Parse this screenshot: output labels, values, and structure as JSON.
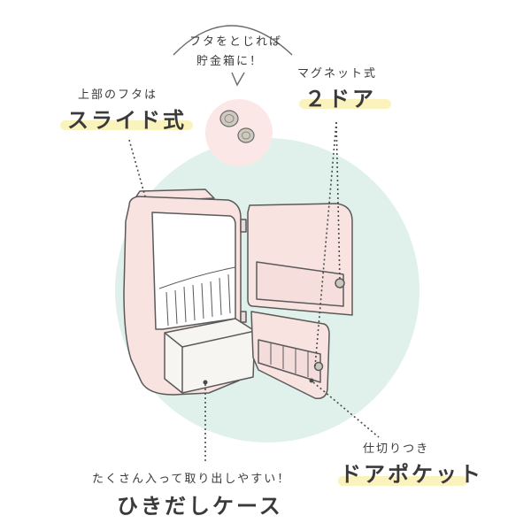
{
  "colors": {
    "mint_circle": "#dff1ea",
    "pink_body": "#f8e3e1",
    "outline": "#5a5a5a",
    "highlight": "#fbf3bd",
    "coin": "#c9c6bd"
  },
  "bubble": {
    "line1": "フタをとじれば",
    "line2": "貯金箱に！"
  },
  "callouts": {
    "lid": {
      "small": "上部のフタは",
      "big": "スライド式"
    },
    "door": {
      "small": "マグネット式",
      "big": "２ドア"
    },
    "pocket": {
      "small": "仕切りつき",
      "big": "ドアポケット"
    },
    "drawer": {
      "small": "たくさん入って取り出しやすい！",
      "big": "ひきだしケース"
    }
  },
  "icons": {
    "coins": "coins-icon",
    "fridge": "mini-fridge-illustration"
  }
}
